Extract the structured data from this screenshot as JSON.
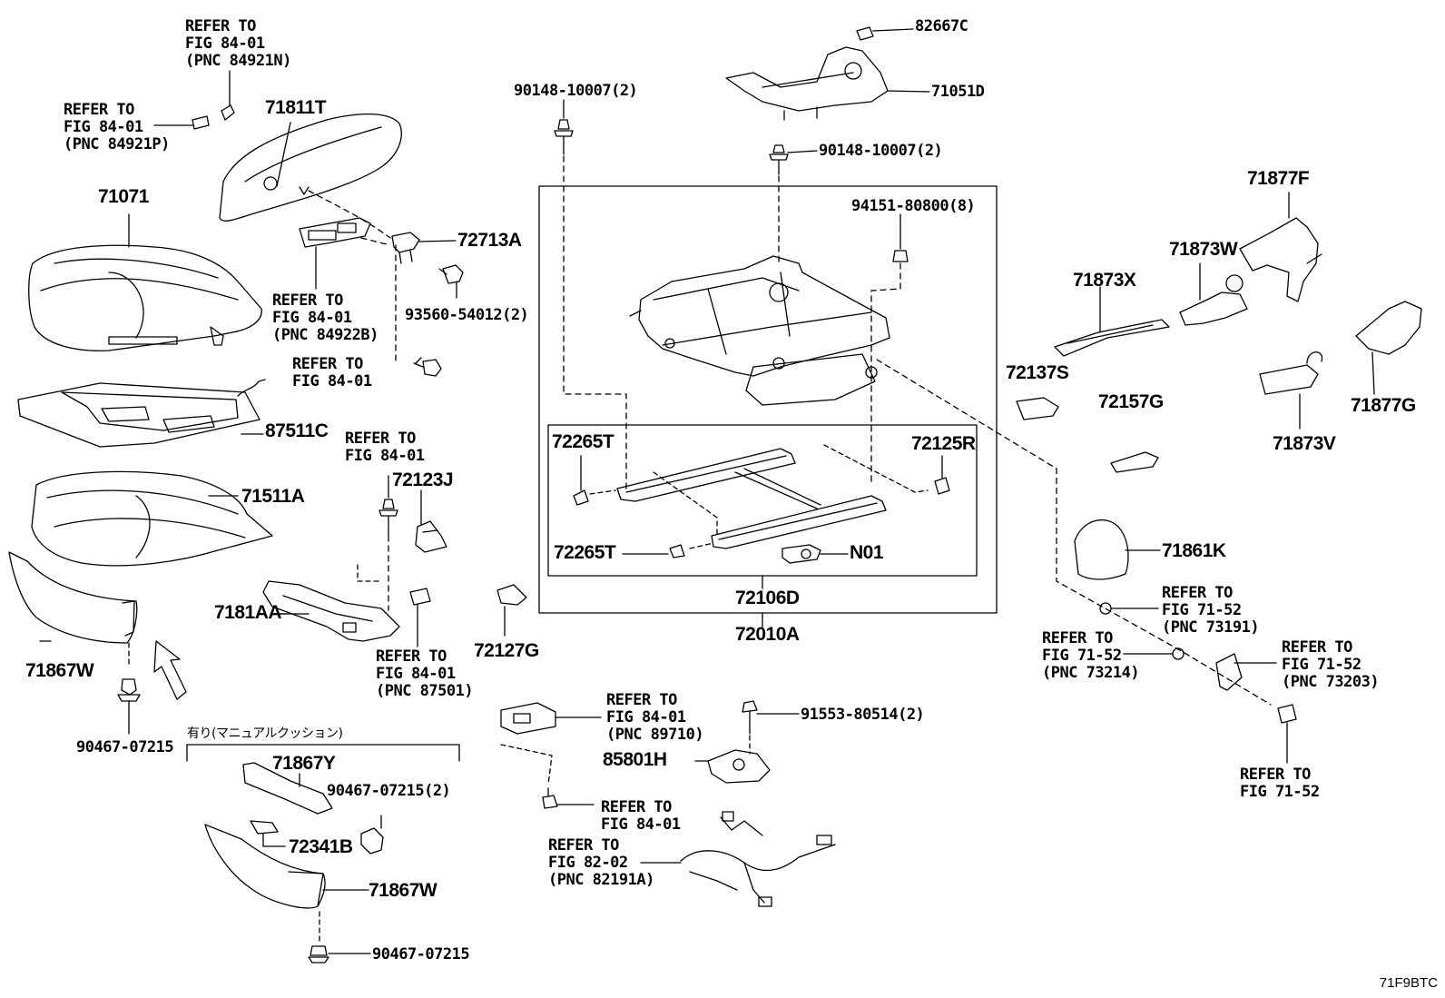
{
  "diagram_id": "71F9BTC",
  "part_numbers": {
    "p82667C": "82667C",
    "p71051D": "71051D",
    "p90148a": "90148-10007(2)",
    "p90148b": "90148-10007(2)",
    "p71811T": "71811T",
    "p71071": "71071",
    "p72713A": "72713A",
    "p93560": "93560-54012(2)",
    "p94151": "94151-80800(8)",
    "p71877F": "71877F",
    "p71873W": "71873W",
    "p71873X": "71873X",
    "p72137S": "72137S",
    "p72157G": "72157G",
    "p71877G": "71877G",
    "p71873V": "71873V",
    "p87511C": "87511C",
    "p72123J": "72123J",
    "p71511A": "71511A",
    "p7181AA": "7181AA",
    "p71867W_a": "71867W",
    "p72127G": "72127G",
    "p72265T_a": "72265T",
    "p72125R": "72125R",
    "p72265T_b": "72265T",
    "pN01": "N01",
    "p72106D": "72106D",
    "p72010A": "72010A",
    "p71861K": "71861K",
    "p90467a": "90467-07215",
    "p91553": "91553-80514(2)",
    "p85801H": "85801H",
    "p71867Y": "71867Y",
    "p90467b": "90467-07215(2)",
    "p72341B": "72341B",
    "p71867W_b": "71867W",
    "p90467c": "90467-07215"
  },
  "refer_notes": {
    "r84921N": "REFER TO\nFIG 84-01\n(PNC 84921N)",
    "r84921P": "REFER TO\nFIG 84-01\n(PNC 84921P)",
    "r84922B": "REFER TO\nFIG 84-01\n(PNC 84922B)",
    "r8401_bolt": "REFER TO\nFIG 84-01",
    "r8401_screw": "REFER TO\nFIG 84-01",
    "r87501": "REFER TO\nFIG 84-01\n(PNC 87501)",
    "r89710": "REFER TO\nFIG 84-01\n(PNC 89710)",
    "r8401_bottom": "REFER TO\nFIG 84-01",
    "r82191A": "REFER TO\nFIG 82-02\n(PNC 82191A)",
    "r73191": "REFER TO\nFIG 71-52\n(PNC 73191)",
    "r73214": "REFER TO\nFIG 71-52\n(PNC 73214)",
    "r73203": "REFER TO\nFIG 71-52\n(PNC 73203)",
    "r7152": "REFER TO\nFIG 71-52"
  },
  "option_note": "有り(マニュアルクッション)"
}
